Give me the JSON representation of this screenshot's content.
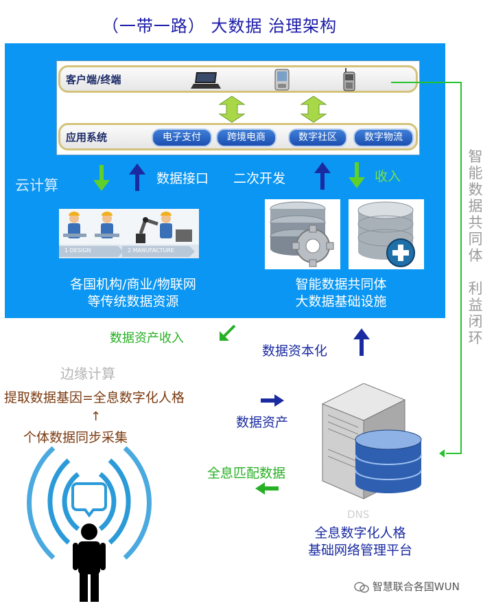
{
  "title": "（一带一路）  大数据 治理架构",
  "top_box": {
    "client_label": "客户端/终端",
    "app_label": "应用系统",
    "apps": [
      "电子支付",
      "跨境电商",
      "数字社区",
      "数字物流"
    ],
    "device_icons": [
      "laptop-icon",
      "tablet-icon",
      "mobile-phone-icon"
    ]
  },
  "blue_panel": {
    "cloud_label": "云计算",
    "interface_label": "数据接口",
    "dev_label": "二次开发",
    "income_label": "收入",
    "left_caption": [
      "各国机构/商业/物联网",
      "等传统数据资源"
    ],
    "right_caption": [
      "智能数据共同体",
      "大数据基础设施"
    ],
    "manufacture_img": {
      "step1": "1 DESIGN",
      "step2": "2 MANUFACTURE"
    }
  },
  "flow": {
    "asset_income": "数据资产收入",
    "capitalization": "数据资本化",
    "edge_label": "边缘计算",
    "extract_gene": "提取数据基因=全息数字化人格",
    "collect": "个体数据同步采集",
    "data_asset": "数据资产",
    "match_data": "全息匹配数据",
    "dns": "DNS",
    "platform": [
      "全息数字化人格",
      "基础网络管理平台"
    ]
  },
  "side_vertical": [
    "智",
    "能",
    "数",
    "据",
    "共",
    "同",
    "体",
    " ",
    "利",
    "益",
    "闭",
    "环"
  ],
  "watermark": "智慧联合各国WUN",
  "colors": {
    "panel_blue": "#0a96f2",
    "title_navy": "#1a1aa8",
    "flow_green": "#26b023",
    "arrow_navy": "#1a2aa0",
    "brown": "#7a3a10",
    "loop_green": "#25c22b"
  }
}
